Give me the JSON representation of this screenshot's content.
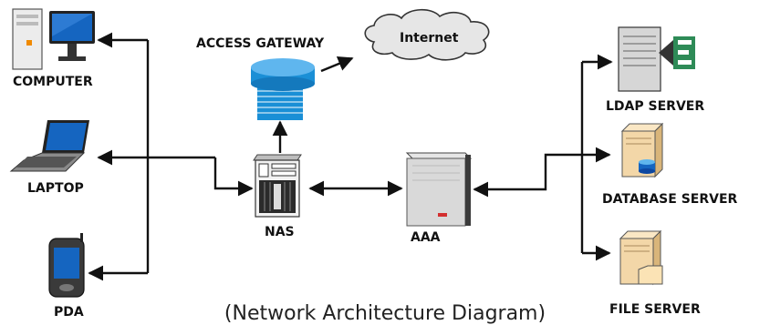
{
  "nodes": {
    "computer": "COMPUTER",
    "laptop": "LAPTOP",
    "pda": "PDA",
    "access_gateway": "ACCESS GATEWAY",
    "internet": "Internet",
    "nas": "NAS",
    "aaa": "AAA",
    "ldap_server": "LDAP SERVER",
    "database_server": "DATABASE SERVER",
    "file_server": "FILE SERVER"
  },
  "caption": "(Network Architecture Diagram)",
  "colors": {
    "gateway_blue": "#1a8fd6",
    "screen_blue": "#1565c0",
    "server_gray": "#cfcfcf",
    "server_beige": "#f3d7a8",
    "ldap_green": "#2e8b57"
  }
}
